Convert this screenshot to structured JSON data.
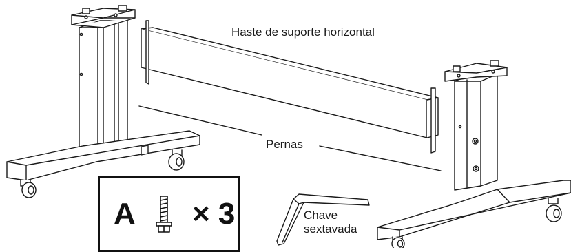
{
  "labels": {
    "horizontal_rod": "Haste de suporte horizontal",
    "legs": "Pernas",
    "hex_key_line1": "Chave",
    "hex_key_line2": "sextavada"
  },
  "parts_box": {
    "letter": "A",
    "quantity": "× 3"
  },
  "icons": [
    "bolt-icon",
    "hex-key-icon",
    "stand-leg-icon",
    "caster-icon"
  ]
}
